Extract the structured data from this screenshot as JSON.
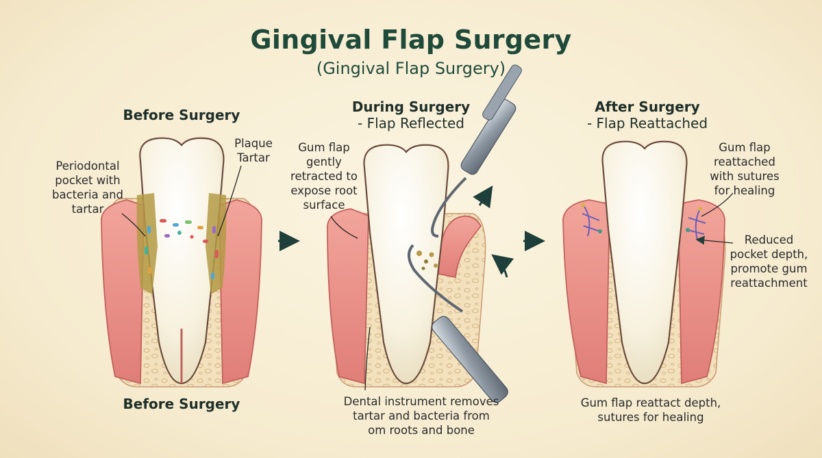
{
  "header": {
    "title": "Gingival Flap Surgery",
    "subtitle": "(Gingival Flap Surgery)"
  },
  "panels": [
    {
      "heading": "Before Surgery",
      "labels": {
        "pocket": "Periodontal\npocket with\nbacteria and\ntartar",
        "plaque": "Plaque\nTartar"
      },
      "caption": "Before Surgery"
    },
    {
      "heading": "During Surgery",
      "heading_sub": "- Flap Reflected",
      "labels": {
        "flap": "Gum flap\ngently\nretracted to\nexpose root\nsurface"
      },
      "caption": "Dental instrument removes\ntartar and bacteria from\nom roots and bone"
    },
    {
      "heading": "After Surgery",
      "heading_sub": "- Flap Reattached",
      "labels": {
        "sutures": "Gum flap\nreattached\nwith sutures\nfor healing",
        "reduced": "Reduced\npocket depth,\npromote gum\nreattachment"
      },
      "caption": "Gum flap reattact depth,\nsutures for healing"
    }
  ],
  "colors": {
    "title": "#1f4a3a",
    "gum": "#e8908a",
    "bone": "#f1ddb8",
    "tooth": "#fbf8ee",
    "tartar": "#b39a45"
  }
}
